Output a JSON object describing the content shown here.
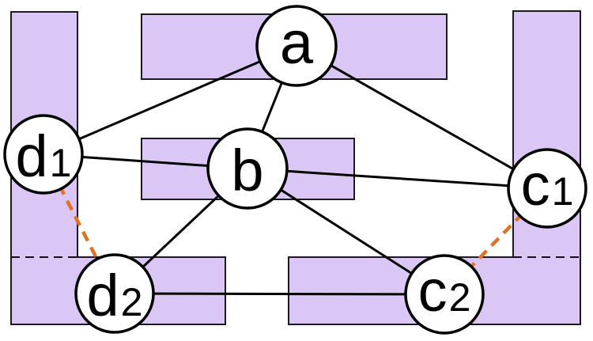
{
  "figure": {
    "type": "graph-diagram",
    "description": "Six-node graph drawn over lavender path regions; two L-shaped regions have dashed internal dividers; d1-d2 and c1-c2 are highlighted with orange dashed edges",
    "colors": {
      "background": "#ffffff",
      "region_fill": "#dbc7f5",
      "region_border": "#1b1b1b",
      "edge_solid": "#000000",
      "edge_dashed_highlight": "#de7226",
      "divider_dashed": "#111111",
      "node_fill": "#ffffff",
      "node_border": "#000000"
    },
    "nodes": [
      {
        "id": "a",
        "label": "a",
        "sub": ""
      },
      {
        "id": "b",
        "label": "b",
        "sub": ""
      },
      {
        "id": "c1",
        "label": "c",
        "sub": "1"
      },
      {
        "id": "c2",
        "label": "c",
        "sub": "2"
      },
      {
        "id": "d1",
        "label": "d",
        "sub": "1"
      },
      {
        "id": "d2",
        "label": "d",
        "sub": "2"
      }
    ],
    "edges_solid": [
      "a-d1",
      "a-b",
      "a-c1",
      "d1-b",
      "b-c1",
      "b-d2",
      "b-c2",
      "d2-c2"
    ],
    "edges_dashed_orange": [
      "d1-d2",
      "c1-c2"
    ],
    "regions": [
      "left-L-shape",
      "right-L-shape",
      "top-bar",
      "middle-bar"
    ]
  }
}
